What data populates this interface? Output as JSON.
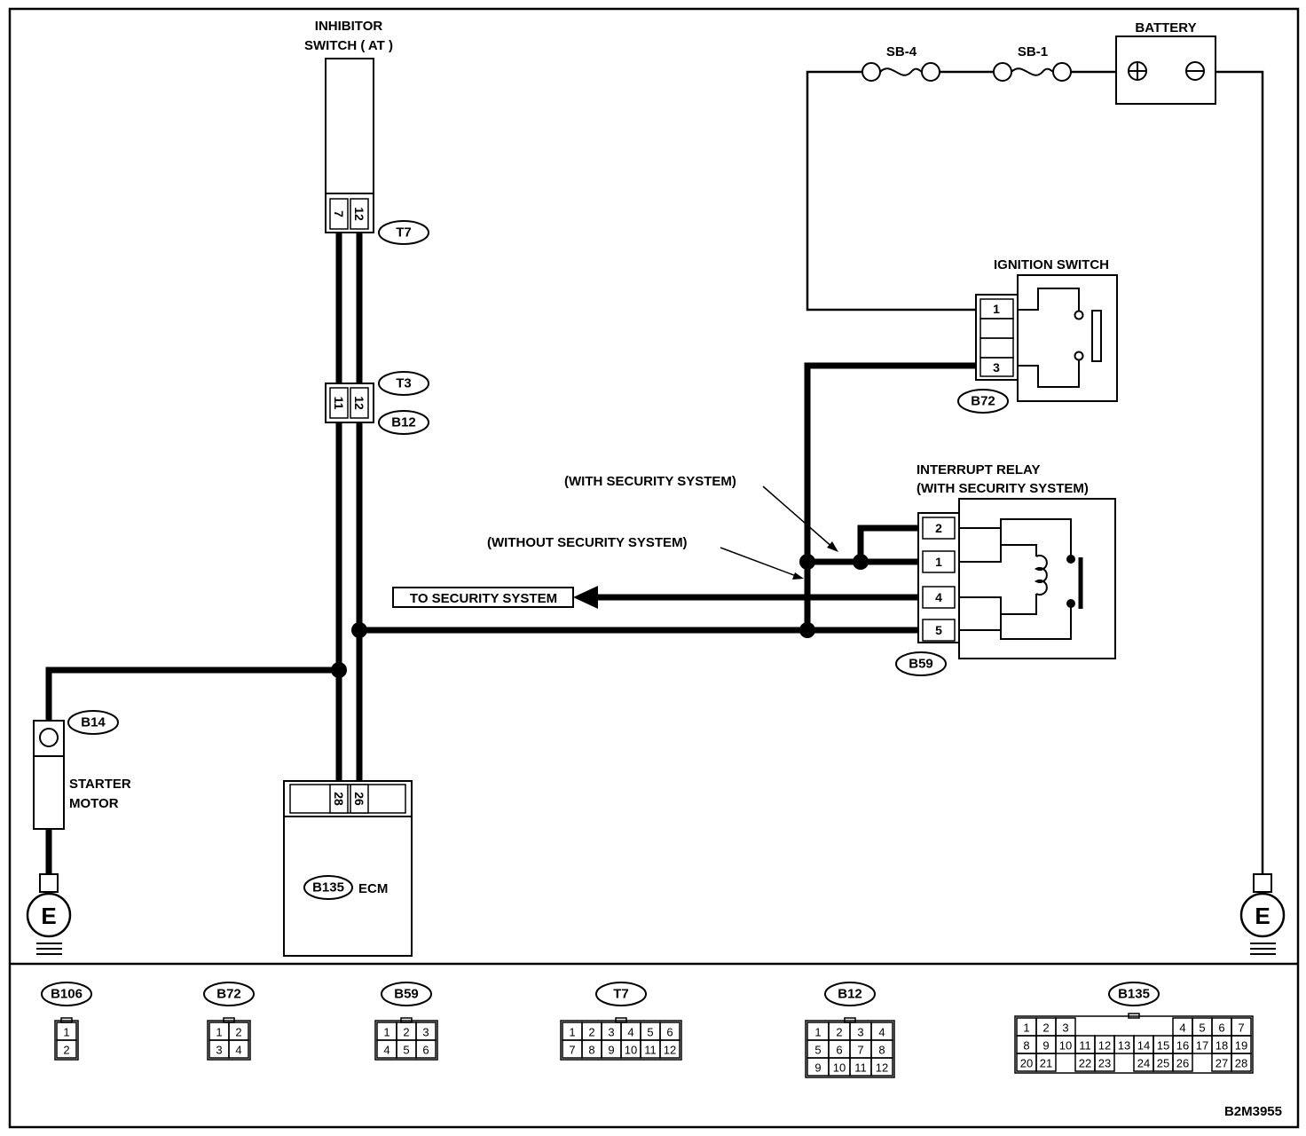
{
  "components": {
    "inhibitor_switch": "INHIBITOR\nSWITCH ( AT )",
    "battery": "BATTERY",
    "fuse_sb4": "SB-4",
    "fuse_sb1": "SB-1",
    "ignition_switch": "IGNITION SWITCH",
    "interrupt_relay": "INTERRUPT RELAY\n(WITH SECURITY SYSTEM)",
    "with_security": "(WITH SECURITY SYSTEM)",
    "without_security": "(WITHOUT SECURITY SYSTEM)",
    "to_security": "TO SECURITY SYSTEM",
    "starter_motor": "STARTER\nMOTOR",
    "ecm": "ECM",
    "ground": "E"
  },
  "connectors": {
    "t7": {
      "id": "T7",
      "pins": [
        "7",
        "12"
      ]
    },
    "t3": "T3",
    "b12": {
      "id": "B12",
      "pins": [
        "11",
        "12"
      ]
    },
    "b72": {
      "id": "B72",
      "pins": [
        "1",
        "",
        "",
        "3"
      ]
    },
    "b59": {
      "id": "B59",
      "pins": [
        "2",
        "1",
        "4",
        "",
        "5"
      ]
    },
    "b14": "B14",
    "b135": {
      "id": "B135",
      "pins": [
        "28",
        "26"
      ]
    }
  },
  "legend": [
    {
      "id": "B106",
      "rows": [
        [
          "1"
        ],
        [
          "2"
        ]
      ]
    },
    {
      "id": "B72",
      "rows": [
        [
          "1",
          "2"
        ],
        [
          "3",
          "4"
        ]
      ]
    },
    {
      "id": "B59",
      "rows": [
        [
          "1",
          "2",
          "3"
        ],
        [
          "4",
          "5",
          "6"
        ]
      ]
    },
    {
      "id": "T7",
      "rows": [
        [
          "1",
          "2",
          "3",
          "4",
          "5",
          "6"
        ],
        [
          "7",
          "8",
          "9",
          "10",
          "11",
          "12"
        ]
      ]
    },
    {
      "id": "B12",
      "rows": [
        [
          "1",
          "2",
          "3",
          "4"
        ],
        [
          "5",
          "6",
          "7",
          "8"
        ],
        [
          "9",
          "10",
          "11",
          "12"
        ]
      ]
    },
    {
      "id": "B135",
      "rows": [
        [
          "1",
          "2",
          "3",
          "",
          "",
          "",
          "",
          "",
          "4",
          "5",
          "6",
          "7"
        ],
        [
          "8",
          "9",
          "10",
          "11",
          "12",
          "13",
          "14",
          "15",
          "16",
          "17",
          "18",
          "19"
        ],
        [
          "20",
          "21",
          "",
          "22",
          "23",
          "",
          "24",
          "25",
          "26",
          "",
          "27",
          "28"
        ]
      ]
    }
  ],
  "figure_id": "B2M3955"
}
